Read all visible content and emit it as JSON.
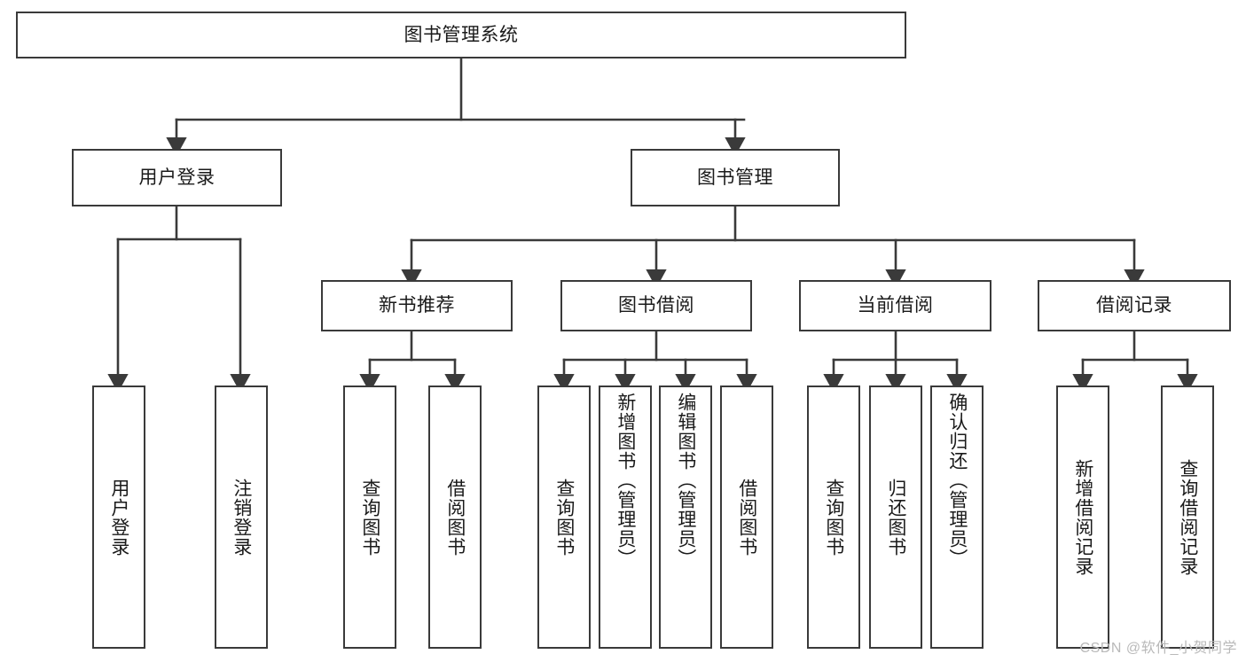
{
  "diagram": {
    "title": "图书管理系统",
    "type": "tree-hierarchy",
    "watermark": "CSDN @软件_小贺同学",
    "colors": {
      "stroke": "#3a3a3a",
      "fill": "#ffffff",
      "text": "#1a1a1a",
      "watermark": "#b9b9b9"
    },
    "levels": {
      "root": {
        "label": "图书管理系统",
        "orientation": "horizontal"
      },
      "level2": [
        {
          "id": "user-login",
          "label": "用户登录",
          "orientation": "horizontal"
        },
        {
          "id": "book-manage",
          "label": "图书管理",
          "orientation": "horizontal"
        }
      ],
      "level3": [
        {
          "id": "new-book-recommend",
          "label": "新书推荐",
          "orientation": "horizontal",
          "parent": "book-manage"
        },
        {
          "id": "book-borrow",
          "label": "图书借阅",
          "orientation": "horizontal",
          "parent": "book-manage"
        },
        {
          "id": "current-borrow",
          "label": "当前借阅",
          "orientation": "horizontal",
          "parent": "book-manage"
        },
        {
          "id": "borrow-record",
          "label": "借阅记录",
          "orientation": "horizontal",
          "parent": "book-manage"
        }
      ],
      "leaves": [
        {
          "id": "leaf-user-login",
          "label": "用户登录",
          "parent": "user-login",
          "orientation": "vertical"
        },
        {
          "id": "leaf-user-logout",
          "label": "注销登录",
          "parent": "user-login",
          "orientation": "vertical"
        },
        {
          "id": "leaf-query-book-1",
          "label": "查询图书",
          "parent": "new-book-recommend",
          "orientation": "vertical"
        },
        {
          "id": "leaf-borrow-book-1",
          "label": "借阅图书",
          "parent": "new-book-recommend",
          "orientation": "vertical"
        },
        {
          "id": "leaf-query-book-2",
          "label": "查询图书",
          "parent": "book-borrow",
          "orientation": "vertical"
        },
        {
          "id": "leaf-add-book",
          "label": "新增图书（管理员）",
          "parent": "book-borrow",
          "orientation": "vertical"
        },
        {
          "id": "leaf-edit-book",
          "label": "编辑图书（管理员）",
          "parent": "book-borrow",
          "orientation": "vertical"
        },
        {
          "id": "leaf-borrow-book-2",
          "label": "借阅图书",
          "parent": "book-borrow",
          "orientation": "vertical"
        },
        {
          "id": "leaf-query-book-3",
          "label": "查询图书",
          "parent": "current-borrow",
          "orientation": "vertical"
        },
        {
          "id": "leaf-return-book",
          "label": "归还图书",
          "parent": "current-borrow",
          "orientation": "vertical"
        },
        {
          "id": "leaf-confirm-return",
          "label": "确认归还（管理员）",
          "parent": "current-borrow",
          "orientation": "vertical"
        },
        {
          "id": "leaf-add-record",
          "label": "新增借阅记录",
          "parent": "borrow-record",
          "orientation": "vertical"
        },
        {
          "id": "leaf-query-record",
          "label": "查询借阅记录",
          "parent": "borrow-record",
          "orientation": "vertical"
        }
      ]
    }
  }
}
